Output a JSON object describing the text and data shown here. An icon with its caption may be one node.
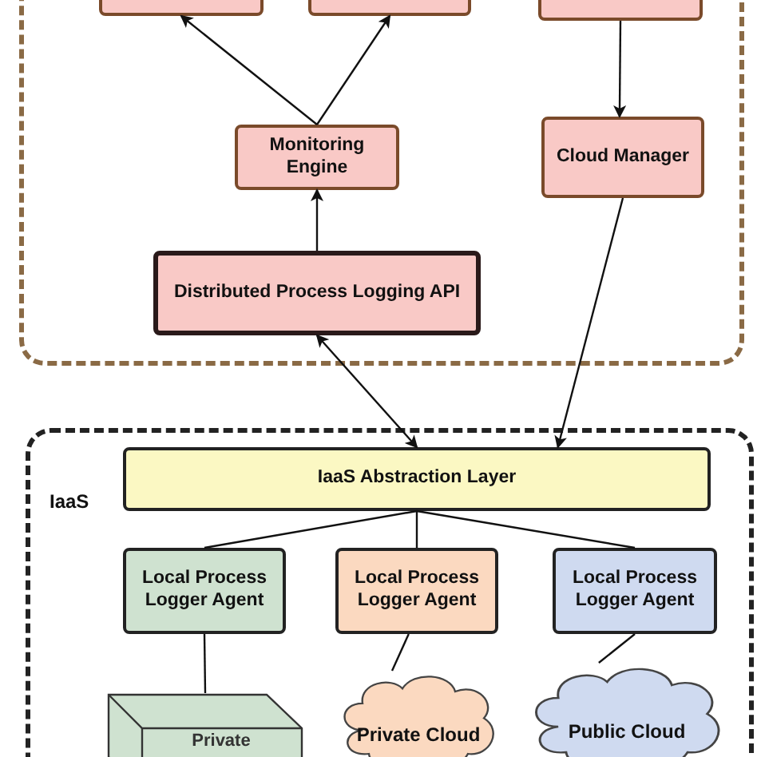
{
  "diagram": {
    "nodes": [
      {
        "text": [],
        "shape": "box"
      },
      {
        "text": [],
        "shape": "box",
        "in": 0
      },
      {
        "text": [],
        "shape": "box",
        "in": 0
      },
      {
        "text": [],
        "shape": "box",
        "in": 0
      },
      {
        "text": [
          "Monitoring Engine"
        ],
        "in": 0
      },
      {
        "text": [
          "Cloud Manager"
        ],
        "in": 0
      },
      {
        "text": [
          "Distributed Process Logging API"
        ],
        "in": 0
      },
      {
        "text": [
          "IaaS"
        ]
      },
      {
        "text": [
          "IaaS Abstraction Layer"
        ],
        "in": 7
      },
      {
        "text": [
          "Local Process Logger Agent"
        ],
        "in": 7
      },
      {
        "text": [
          "Local Process Logger Agent"
        ],
        "in": 7
      },
      {
        "text": [
          "Local Process Logger Agent"
        ],
        "in": 7
      },
      {
        "text": [
          "Private"
        ],
        "in": 7
      },
      {
        "text": [
          "Private Cloud"
        ],
        "in": 7
      },
      {
        "text": [
          "Public Cloud"
        ],
        "in": 7
      }
    ],
    "edges": [
      {
        "from": 4,
        "to": 1,
        "arrow": "to"
      },
      {
        "from": 4,
        "to": 2,
        "arrow": "to"
      },
      {
        "from": 3,
        "to": 5,
        "arrow": "to"
      },
      {
        "from": 6,
        "to": 4,
        "arrow": "to"
      },
      {
        "from": 6,
        "to": 8,
        "arrow": "both"
      },
      {
        "from": 5,
        "to": 8,
        "arrow": "to"
      },
      {
        "from": 8,
        "to": 9,
        "arrow": "none"
      },
      {
        "from": 8,
        "to": 10,
        "arrow": "none"
      },
      {
        "from": 8,
        "to": 11,
        "arrow": "none"
      },
      {
        "from": 9,
        "to": 12,
        "arrow": "none"
      },
      {
        "from": 10,
        "to": 13,
        "arrow": "none"
      },
      {
        "from": 11,
        "to": 14,
        "arrow": "none"
      }
    ]
  }
}
